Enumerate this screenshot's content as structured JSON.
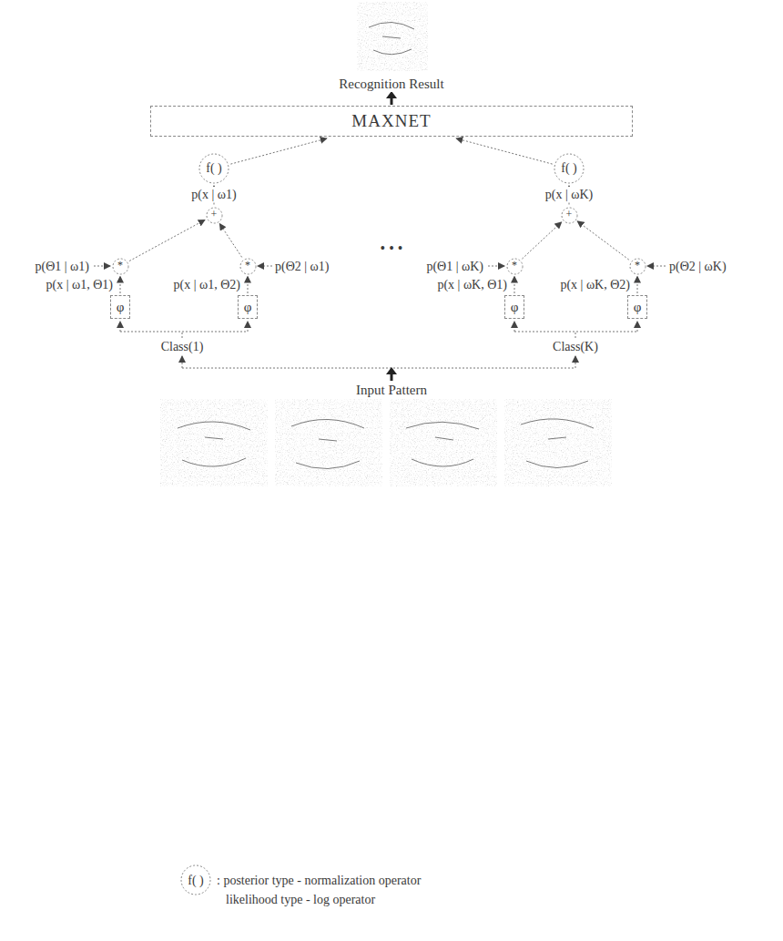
{
  "diagram": {
    "nodes": [
      {
        "text": [
          "MAXNET"
        ]
      },
      {
        "text": [
          "f( )"
        ]
      },
      {
        "text": [
          "f( )"
        ]
      },
      {
        "text": [
          "+"
        ]
      },
      {
        "text": [
          "+"
        ]
      },
      {
        "text": [
          "*"
        ]
      },
      {
        "text": [
          "*"
        ]
      },
      {
        "text": [
          "*"
        ]
      },
      {
        "text": [
          "*"
        ]
      },
      {
        "text": [
          "φ"
        ]
      },
      {
        "text": [
          "φ"
        ]
      },
      {
        "text": [
          "φ"
        ]
      },
      {
        "text": [
          "φ"
        ]
      }
    ],
    "edges": [
      {
        "from": 9,
        "to": 5,
        "arrow": "to"
      },
      {
        "from": 10,
        "to": 6,
        "arrow": "to"
      },
      {
        "from": 11,
        "to": 7,
        "arrow": "to"
      },
      {
        "from": 12,
        "to": 8,
        "arrow": "to"
      },
      {
        "from": 5,
        "to": 3,
        "arrow": "to"
      },
      {
        "from": 6,
        "to": 3,
        "arrow": "to"
      },
      {
        "from": 7,
        "to": 4,
        "arrow": "to"
      },
      {
        "from": 8,
        "to": 4,
        "arrow": "to"
      },
      {
        "from": 3,
        "to": 1,
        "arrow": "to"
      },
      {
        "from": 4,
        "to": 2,
        "arrow": "to"
      },
      {
        "from": 1,
        "to": 0,
        "arrow": "to"
      },
      {
        "from": 2,
        "to": 0,
        "arrow": "to"
      }
    ],
    "labels": [
      "Recognition Result",
      "p(x | ω1)",
      "p(x | ωK)",
      "p(Θ1 | ω1)",
      "p(Θ2 | ω1)",
      "p(Θ1 | ωK)",
      "p(Θ2 | ωK)",
      "p(x | ω1, Θ1)",
      "p(x | ω1, Θ2)",
      "p(x | ωK, Θ1)",
      "p(x | ωK, Θ2)",
      "Class(1)",
      "Class(K)",
      "• • •",
      "Input Pattern",
      "f( )",
      ": posterior type - normalization operator",
      "likelihood type - log operator"
    ]
  }
}
